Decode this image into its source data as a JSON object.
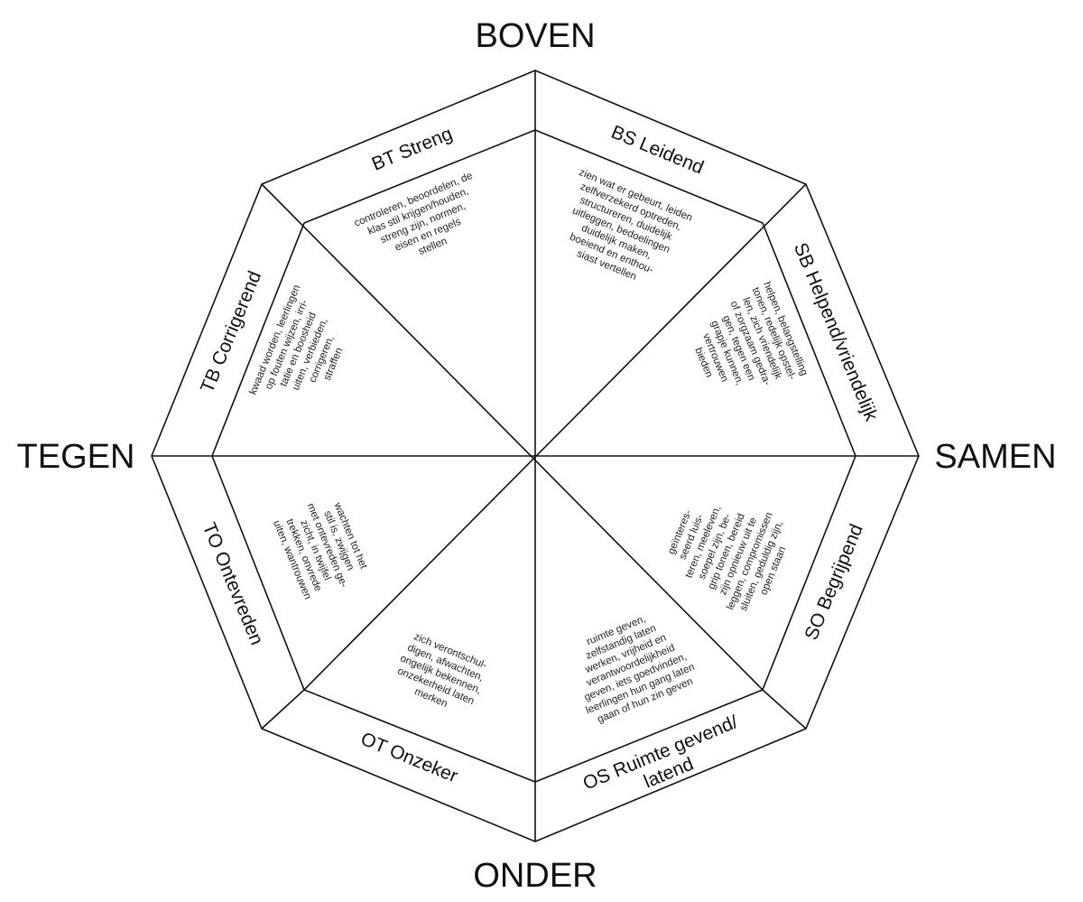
{
  "axes": {
    "top": "BOVEN",
    "bottom": "ONDER",
    "left": "TEGEN",
    "right": "SAMEN"
  },
  "segments": [
    {
      "id": "bs",
      "label": "BS Leidend",
      "description": [
        "zien wat er gebeurt, leiden",
        "zelfverzekerd optreden,",
        "structureren, duidelijk",
        "uitleggen, bedoelingen",
        "duidelijk maken,",
        "boeiend en enthou-",
        "siast vertellen"
      ]
    },
    {
      "id": "sb",
      "label": "SB Helpend/vriendelijk",
      "description": [
        "helpen, belangstelling",
        "tonen, redelijk opstel-",
        "len, zich vriendelijk",
        "of zorgzaam gedra-",
        "gen, tegen een",
        "grapje kunnen,",
        "vertrouwen",
        "bieden"
      ]
    },
    {
      "id": "so",
      "label": "SO Begrijpend",
      "description": [
        "geïnteres-",
        "seerd luis-",
        "teren, meeleven,",
        "soepel zijn, be-",
        "grip tonen, bereid",
        "zijn opnieuw uit te",
        "leggen, compromissen",
        "sluiten, geduldig zijn,",
        "open staan"
      ]
    },
    {
      "id": "os",
      "label": [
        "OS Ruimte gevend/",
        "latend"
      ],
      "description": [
        "ruimte geven,",
        "zelfstandig laten",
        "werken, vrijheid en",
        "verantwoordelijkheid",
        "geven, iets goedvinden,",
        "leerlingen hun gang laten",
        "gaan of hun zin geven"
      ]
    },
    {
      "id": "ot",
      "label": "OT Onzeker",
      "description": [
        "zich verontschul-",
        "digen, afwachten,",
        "ongelijk bekennen,",
        "onzekerheid laten",
        "merken"
      ]
    },
    {
      "id": "to",
      "label": "TO Ontevreden",
      "description": [
        "wachten tot het",
        "stil is, zwijgen",
        "met ontevreden ge-",
        "zicht, in twijfel",
        "trekken, onvrede",
        "uiten, wantrouwen"
      ]
    },
    {
      "id": "tb",
      "label": "TB Corrigerend",
      "description": [
        "kwaad worden, leerlingen",
        "op fouten wijzen, irri-",
        "tatie en boosheid",
        "uiten, verbieden,",
        "corrigeren,",
        "straffen"
      ]
    },
    {
      "id": "bt",
      "label": "BT Streng",
      "description": [
        "controleren, beoordelen, de",
        "klas stil krijgen/houden,",
        "streng zijn, normen,",
        "eisen en regels",
        "stellen"
      ]
    }
  ]
}
